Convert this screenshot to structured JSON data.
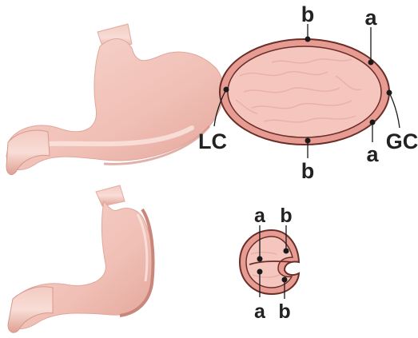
{
  "colors": {
    "stomach_fill": "#f2c4bb",
    "stomach_light": "#f9dcd5",
    "stomach_shadow": "#d99a8f",
    "wall_outer": "#e79c93",
    "mucosa": "#f4c6bd",
    "outline": "#6b2d28",
    "leader_line": "#1a1a1a",
    "label": "#222222"
  },
  "top_cross_section": {
    "labels": {
      "b_top": "b",
      "a_top": "a",
      "lc": "LC",
      "gc": "GC",
      "b_bottom": "b",
      "a_bottom": "a"
    }
  },
  "bottom_cross_section": {
    "labels": {
      "a_top": "a",
      "b_top": "b",
      "a_bottom": "a",
      "b_bottom": "b"
    }
  }
}
